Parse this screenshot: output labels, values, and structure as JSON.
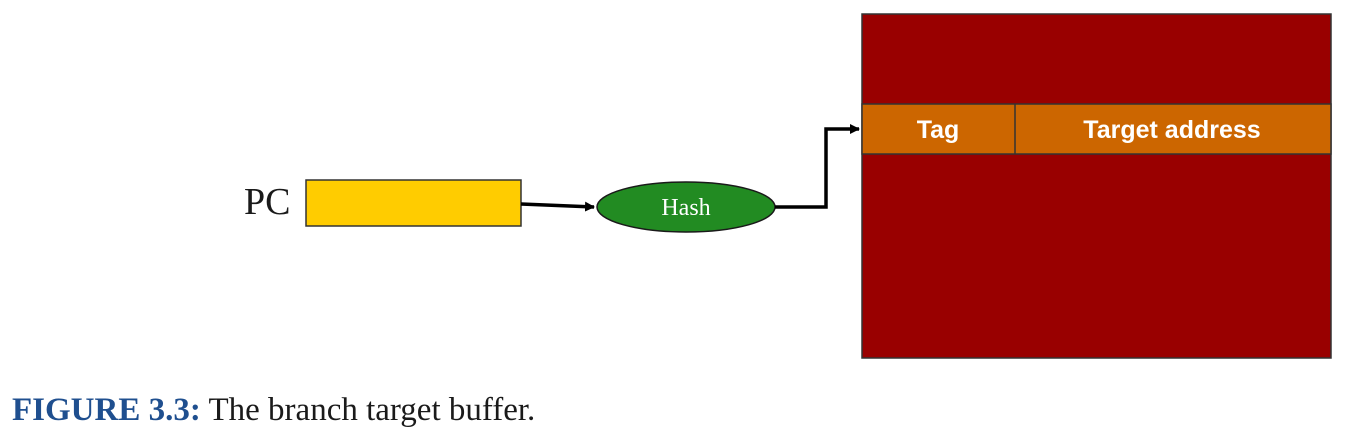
{
  "diagram": {
    "pc_label": "PC",
    "hash_label": "Hash",
    "tag_label": "Tag",
    "target_label": "Target address",
    "colors": {
      "pc_register": "#ffcc00",
      "hash_node": "#228b22",
      "buffer": "#990000",
      "entry_row": "#cc6600",
      "arrow": "#000000"
    }
  },
  "caption": {
    "label": "FIGURE 3.3:",
    "text": " The branch target buffer."
  }
}
